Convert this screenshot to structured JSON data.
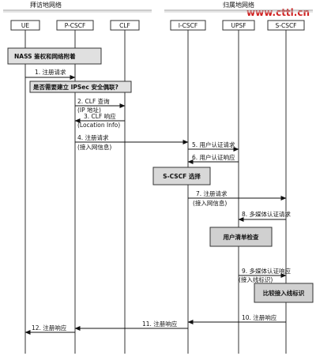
{
  "watermark": "www.cttl.cn",
  "domains": {
    "visited": "拜访地网络",
    "home": "归属地网络"
  },
  "entities": [
    "UE",
    "P-CSCF",
    "CLF",
    "I-CSCF",
    "UPSF",
    "S-CSCF"
  ],
  "boxes": {
    "nass": "NASS 鉴权和网络附着",
    "ipsec": "是否需要建立 IPSec 安全偶联?",
    "scscf_select": "S-CSCF 选择",
    "user_list": "用户清单检查",
    "compare_line": "比较接入线标识"
  },
  "messages": [
    {
      "label": "1. 注册请求",
      "sub": ""
    },
    {
      "label": "2. CLF 查询",
      "sub": "(IP 地址)"
    },
    {
      "label": "3. CLF 响应",
      "sub": "(Location Info)"
    },
    {
      "label": "4. 注册请求",
      "sub": "(接入网信息)"
    },
    {
      "label": "5. 用户认证请求",
      "sub": ""
    },
    {
      "label": "6. 用户认证响应",
      "sub": ""
    },
    {
      "label": "7. 注册请求",
      "sub": "(接入网信息)"
    },
    {
      "label": "8. 多媒体认证请求",
      "sub": ""
    },
    {
      "label": "9. 多媒体认证响应",
      "sub": "(接入线标识)"
    },
    {
      "label": "10. 注册响应",
      "sub": ""
    },
    {
      "label": "11. 注册响应",
      "sub": ""
    },
    {
      "label": "12. 注册响应",
      "sub": ""
    }
  ]
}
